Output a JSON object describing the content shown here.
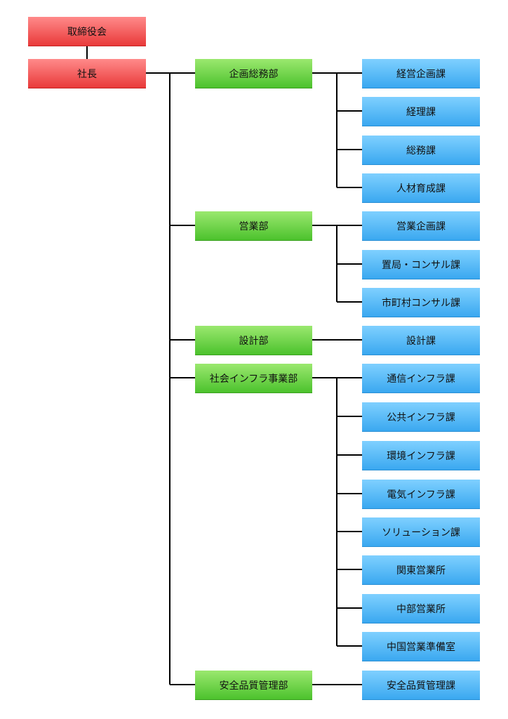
{
  "org": {
    "board": "取締役会",
    "president": "社長",
    "departments": [
      {
        "name": "企画総務部",
        "sections": [
          "経営企画課",
          "経理課",
          "総務課",
          "人材育成課"
        ]
      },
      {
        "name": "営業部",
        "sections": [
          "営業企画課",
          "置局・コンサル課",
          "市町村コンサル課"
        ]
      },
      {
        "name": "設計部",
        "sections": [
          "設計課"
        ]
      },
      {
        "name": "社会インフラ事業部",
        "sections": [
          "通信インフラ課",
          "公共インフラ課",
          "環境インフラ課",
          "電気インフラ課",
          "ソリューション課",
          "関東営業所",
          "中部営業所",
          "中国営業準備室"
        ]
      },
      {
        "name": "安全品質管理部",
        "sections": [
          "安全品質管理課"
        ]
      }
    ]
  },
  "colors": {
    "exec": "#e93a3a",
    "dept": "#4cc22d",
    "section": "#3aa8f0",
    "line": "#000000"
  }
}
